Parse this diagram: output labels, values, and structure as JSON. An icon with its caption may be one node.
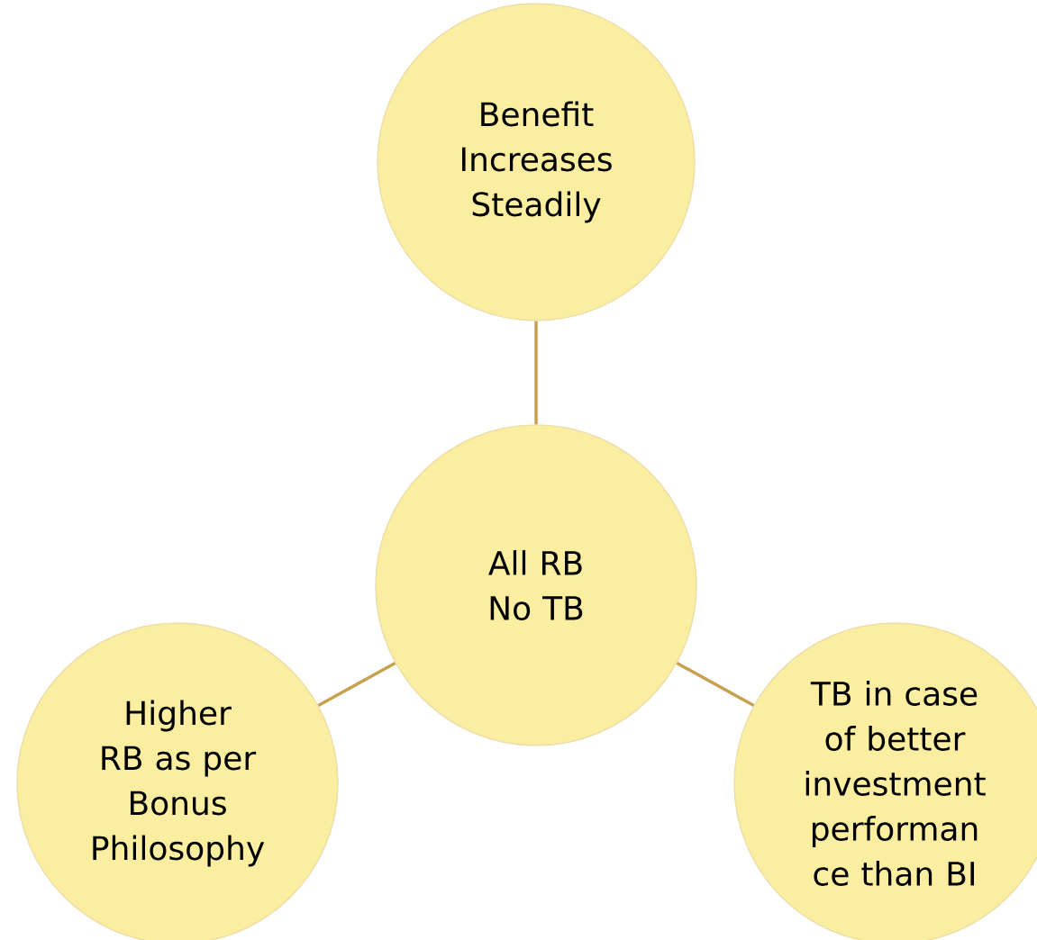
{
  "diagram": {
    "nodes": [
      {
        "text": [
          "Benefit Increases Steadily"
        ]
      },
      {
        "text": [
          "All RB No TB"
        ]
      },
      {
        "text": [
          "Higher RB as per Bonus Philosophy"
        ]
      },
      {
        "text": [
          "TB in case of better investment performan ce than BI"
        ]
      }
    ],
    "edges": [
      {
        "from": 1,
        "to": 0,
        "arrow": "none"
      },
      {
        "from": 1,
        "to": 2,
        "arrow": "none"
      },
      {
        "from": 1,
        "to": 3,
        "arrow": "none"
      }
    ]
  }
}
